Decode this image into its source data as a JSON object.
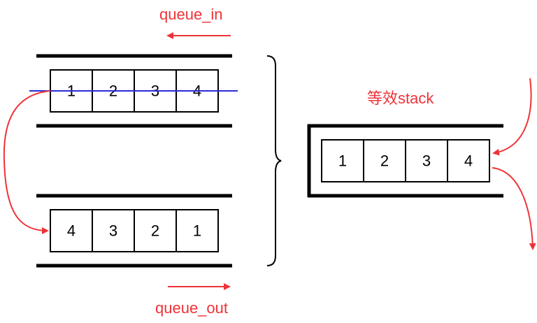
{
  "labels": {
    "queue_in": "queue_in",
    "queue_out": "queue_out",
    "stack_title": "等效stack"
  },
  "queue_in": {
    "cells": [
      "1",
      "2",
      "3",
      "4"
    ]
  },
  "queue_out": {
    "cells": [
      "4",
      "3",
      "2",
      "1"
    ]
  },
  "stack": {
    "cells": [
      "1",
      "2",
      "3",
      "4"
    ]
  },
  "colors": {
    "arrow": "#ee3338",
    "divider_line": "#2b2bd9",
    "outline": "#000000"
  }
}
